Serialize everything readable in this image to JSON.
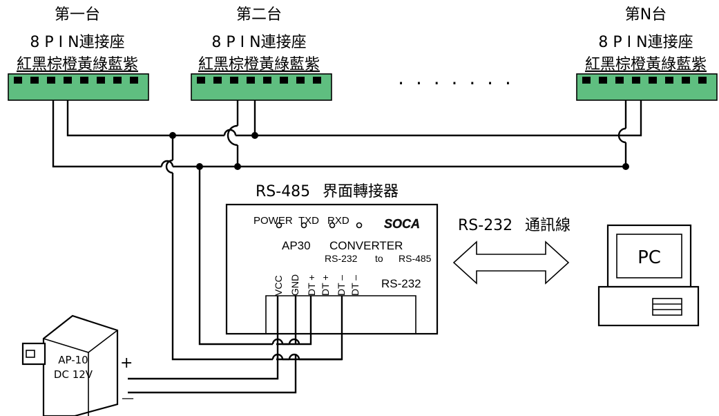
{
  "units": [
    {
      "title": "第一台",
      "connector": "8 P I N連接座",
      "colors": "紅黑棕橙黃綠藍紫"
    },
    {
      "title": "第二台",
      "connector": "8 P I N連接座",
      "colors": "紅黑棕橙黃綠藍紫"
    },
    {
      "title": "第N台",
      "connector": "8 P I N連接座",
      "colors": "紅黑棕橙黃綠藍紫"
    }
  ],
  "ellipsis": ". . . . . . .",
  "converter": {
    "title_code": "RS-485",
    "title_text": "界面轉接器",
    "led_labels": [
      "POWER",
      "TXD",
      "RXD"
    ],
    "brand": "SOCA",
    "model": "AP30",
    "name": "CONVERTER",
    "subtitle_from": "RS-232",
    "subtitle_to": "to",
    "subtitle_target": "RS-485",
    "pins": [
      "VCC",
      "GND",
      "DT +",
      "DT +",
      "DT –",
      "DT –"
    ],
    "port_label": "RS-232"
  },
  "link": {
    "code": "RS-232",
    "text": "通訊線"
  },
  "pc": {
    "label": "PC"
  },
  "adapter": {
    "model": "AP-10",
    "rating": "DC 12V",
    "plus": "+",
    "minus": "—"
  },
  "colors": {
    "connector_green": "#5fbe80",
    "line": "#000000"
  }
}
